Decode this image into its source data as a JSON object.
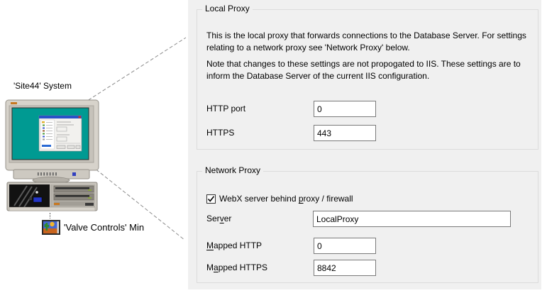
{
  "left_panel": {
    "system_label": "'Site44' System",
    "mimic_label": "'Valve Controls' Min",
    "icons": {
      "computer_illustration": "desktop-computer-with-crt-monitor",
      "mimic_icon": "picture-landscape-icon"
    }
  },
  "local_proxy": {
    "title": "Local Proxy",
    "description_1": "This is the local proxy that forwards connections to the Database Server. For settings relating to a network proxy see 'Network Proxy' below.",
    "description_2": "Note that changes to these settings are not propogated to IIS. These settings are to inform the Database Server of the current IIS configuration.",
    "http_port": {
      "label": "HTTP port",
      "value": "0"
    },
    "https_port": {
      "label": "HTTPS",
      "value": "443"
    }
  },
  "network_proxy": {
    "title": "Network Proxy",
    "behind_proxy_checkbox": {
      "checked": true,
      "label_pre": "WebX server behind ",
      "label_accel": "p",
      "label_post": "roxy / firewall"
    },
    "server": {
      "label_pre": "Ser",
      "label_accel": "v",
      "label_post": "er",
      "value": "LocalProxy"
    },
    "mapped_http": {
      "label_pre": "",
      "label_accel": "M",
      "label_post": "apped HTTP",
      "value": "0"
    },
    "mapped_https": {
      "label_pre": "M",
      "label_accel": "a",
      "label_post": "pped HTTPS",
      "value": "8842"
    }
  },
  "colors": {
    "panel_bg": "#f0f0f0",
    "groupbox_border": "#dcdcdc",
    "input_border": "#7a7a7a",
    "callout_line": "#8c8c8c",
    "monitor_screen_teal": "#009a92",
    "mini_dialog_titlebar": "#2a50c8"
  }
}
